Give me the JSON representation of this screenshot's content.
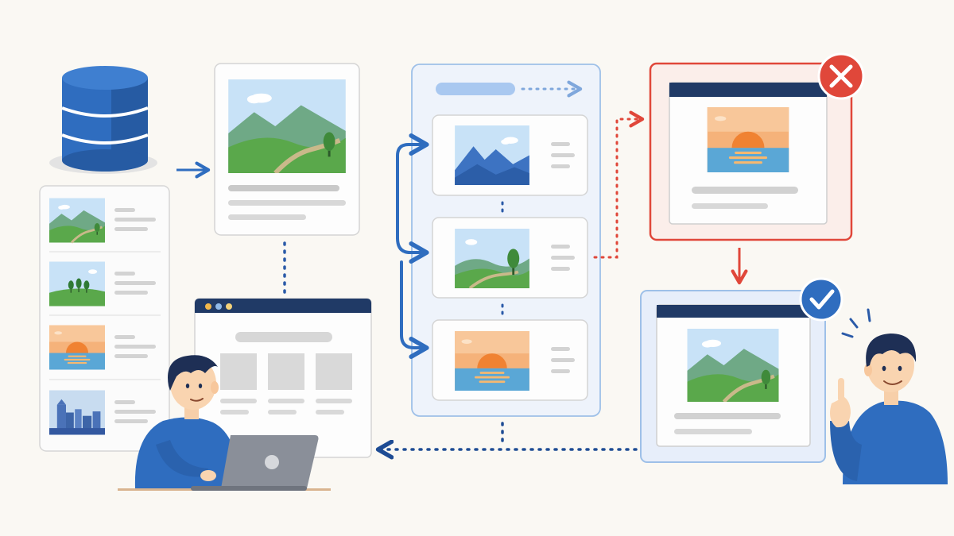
{
  "colors": {
    "background": "#faf8f3",
    "primary_blue": "#2f6dbf",
    "dark_blue": "#1e3f72",
    "navy": "#203a66",
    "reject_red": "#e0473a",
    "accept_blue": "#2f6dbf",
    "card_border": "#d4d4d4",
    "panel_fill": "#eef3fb",
    "panel_border": "#9ec0e8",
    "skeleton_gray": "#d3d3d3",
    "sky": "#c8e2f7",
    "hill_green": "#5aa84b",
    "mountain_blue": "#3d73c2",
    "sunset_orange": "#f5b27a",
    "sun": "#f08232",
    "water": "#5aa7d6"
  },
  "icons": {
    "database": "database-icon",
    "reject": "close-icon",
    "accept": "checkmark-icon",
    "idea": "raised-finger-icon"
  },
  "diagram": {
    "image_library": [
      "landscape-hills",
      "trees-meadow",
      "sunset-sea",
      "city-skyline"
    ],
    "candidate_thumbnails": [
      "blue-mountains",
      "hills-with-tree",
      "sunset-sea"
    ],
    "rejected_option": "sunset-sea",
    "accepted_option": "hills-with-tree"
  }
}
